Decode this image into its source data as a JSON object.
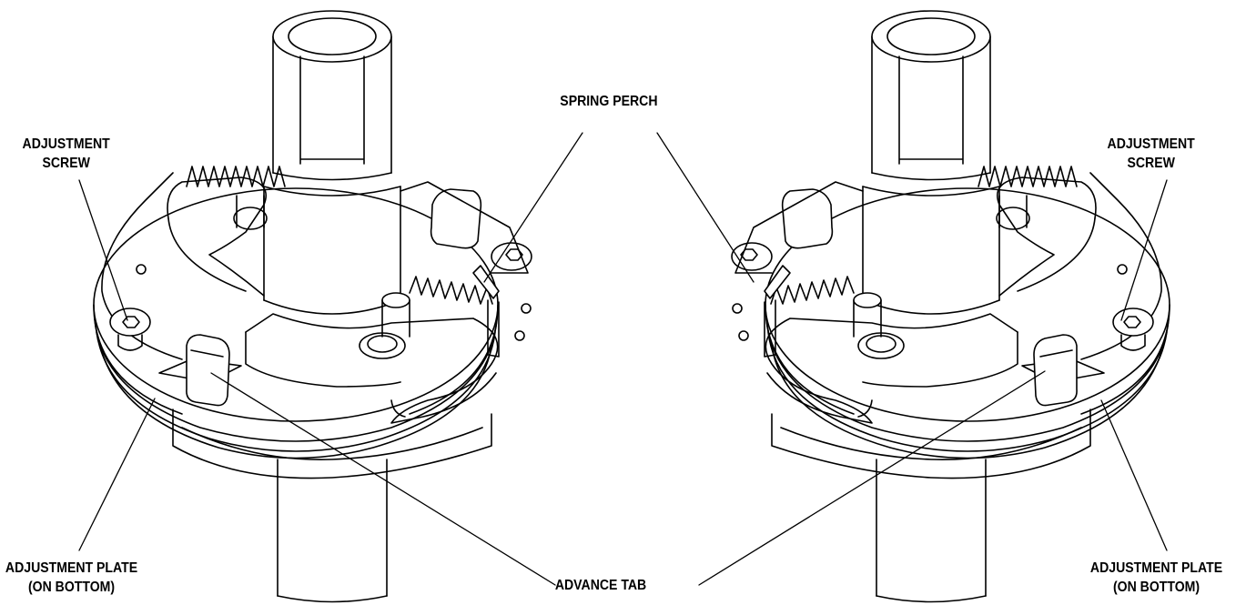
{
  "labels": {
    "spring_perch": "SPRING PERCH",
    "adjustment_screw_left": [
      "ADJUSTMENT",
      "SCREW"
    ],
    "adjustment_screw_right": [
      "ADJUSTMENT",
      "SCREW"
    ],
    "adjustment_plate_left": [
      "ADJUSTMENT PLATE",
      "(ON BOTTOM)"
    ],
    "adjustment_plate_right": [
      "ADJUSTMENT PLATE",
      "(ON BOTTOM)"
    ],
    "advance_tab": "ADVANCE TAB"
  },
  "colors": {
    "line": "#000000",
    "fill": "#ffffff"
  }
}
